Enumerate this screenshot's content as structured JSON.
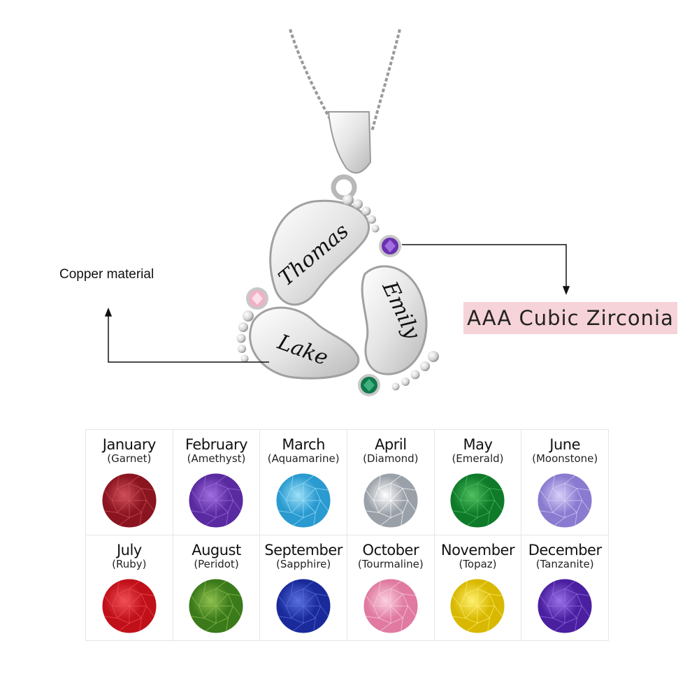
{
  "pendant": {
    "names": {
      "top": "Thomas",
      "right": "Emily",
      "left": "Lake"
    }
  },
  "callouts": {
    "left": "Copper material",
    "right": "AAA Cubic Zirconia"
  },
  "birthstones": [
    {
      "month": "January",
      "stone": "(Garnet)",
      "color": "#8a1420",
      "light": "#d0505a"
    },
    {
      "month": "February",
      "stone": "(Amethyst)",
      "color": "#5a2aa0",
      "light": "#a070e0"
    },
    {
      "month": "March",
      "stone": "(Aquamarine)",
      "color": "#2a9ad0",
      "light": "#9ee0f8"
    },
    {
      "month": "April",
      "stone": "(Diamond)",
      "color": "#9aa0a8",
      "light": "#ffffff"
    },
    {
      "month": "May",
      "stone": "(Emerald)",
      "color": "#0e7a2a",
      "light": "#50c060"
    },
    {
      "month": "June",
      "stone": "(Moonstone)",
      "color": "#8a7ad0",
      "light": "#d8d0f8"
    },
    {
      "month": "July",
      "stone": "(Ruby)",
      "color": "#c0101a",
      "light": "#f05058"
    },
    {
      "month": "August",
      "stone": "(Peridot)",
      "color": "#3a7a1a",
      "light": "#90c050"
    },
    {
      "month": "September",
      "stone": "(Sapphire)",
      "color": "#1a2a9a",
      "light": "#5a70e0"
    },
    {
      "month": "October",
      "stone": "(Tourmaline)",
      "color": "#e07aa0",
      "light": "#fad0e0"
    },
    {
      "month": "November",
      "stone": "(Topaz)",
      "color": "#d8b800",
      "light": "#fff070"
    },
    {
      "month": "December",
      "stone": "(Tanzanite)",
      "color": "#4a20a0",
      "light": "#9a70e8"
    }
  ]
}
